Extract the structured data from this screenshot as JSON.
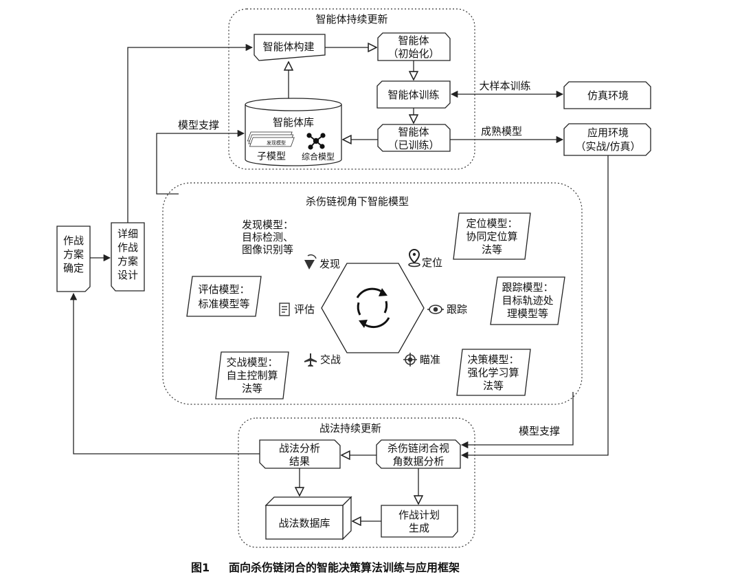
{
  "regions": {
    "agent_update": "智能体持续更新",
    "killchain_model": "杀伤链视角下智能模型",
    "tactics_update": "战法持续更新"
  },
  "nodes": {
    "agent_build": "智能体构建",
    "agent_init_1": "智能体",
    "agent_init_2": "（初始化）",
    "agent_train": "智能体训练",
    "agent_trained_1": "智能体",
    "agent_trained_2": "（已训练）",
    "agent_library": "智能体库",
    "sub_model": "子模型",
    "sub_model_card": "发现模型",
    "composite_model": "综合模型",
    "sim_env": "仿真环境",
    "app_env_1": "应用环境",
    "app_env_2": "（实战/仿真）",
    "battle_plan_1": "作战",
    "battle_plan_2": "方案",
    "battle_plan_3": "确定",
    "detail_design_1": "详细",
    "detail_design_2": "作战",
    "detail_design_3": "方案",
    "detail_design_4": "设计",
    "tactics_result_1": "战法分析",
    "tactics_result_2": "结果",
    "closed_loop_1": "杀伤链闭合视",
    "closed_loop_2": "角数据分析",
    "tactics_db": "战法数据库",
    "plan_gen_1": "作战计划",
    "plan_gen_2": "生成"
  },
  "edges": {
    "large_sample_training": "大样本训练",
    "mature_model": "成熟模型",
    "model_support_top": "模型支撑",
    "model_support_bottom": "模型支撑"
  },
  "stages": {
    "discover": "发现",
    "locate": "定位",
    "track": "跟踪",
    "aim": "瞄准",
    "engage": "交战",
    "assess": "评估"
  },
  "stage_models": {
    "discover_1": "发现模型：",
    "discover_2": "目标检测、",
    "discover_3": "图像识别等",
    "locate_1": "定位模型：",
    "locate_2": "协同定位算",
    "locate_3": "法等",
    "track_1": "跟踪模型：",
    "track_2": "目标轨迹处",
    "track_3": "理模型等",
    "decide_1": "决策模型：",
    "decide_2": "强化学习算",
    "decide_3": "法等",
    "engage_1": "交战模型：",
    "engage_2": "自主控制算",
    "engage_3": "法等",
    "assess_1": "评估模型：",
    "assess_2": "标准模型等"
  },
  "caption": {
    "number": "图1",
    "text": "面向杀伤链闭合的智能决策算法训练与应用框架"
  }
}
